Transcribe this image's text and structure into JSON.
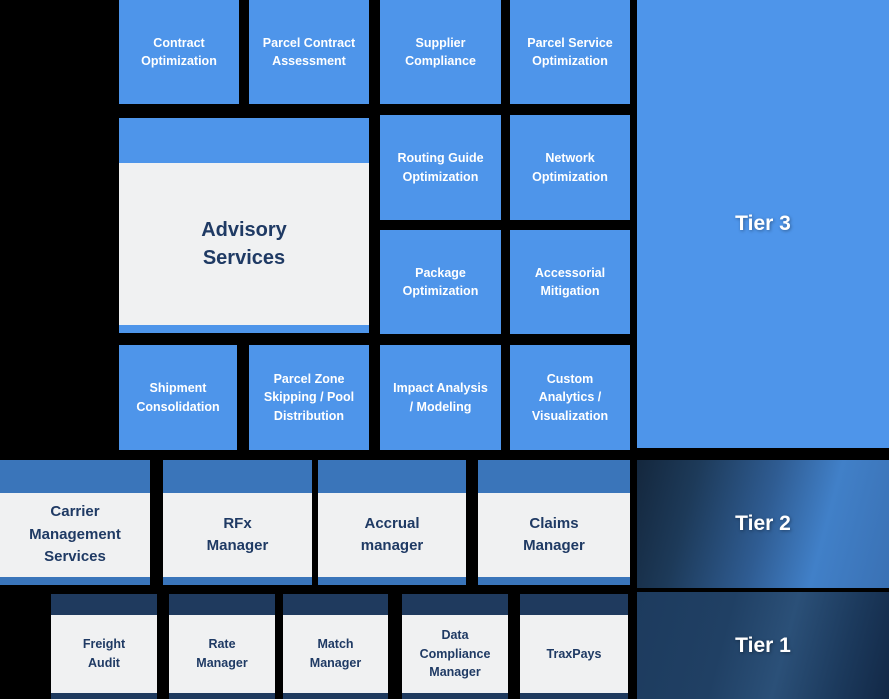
{
  "colors": {
    "background": "#000000",
    "tier3_blue": "#4e95ea",
    "tier2_blue": "#3a75ba",
    "tier1_navy": "#1f3a5e",
    "panel_gray": "#f0f1f2",
    "text_navy": "#1f3a64"
  },
  "tier3": {
    "label": "Tier 3",
    "boxes": {
      "contract_optimization": "Contract Optimization",
      "parcel_contract_assessment": "Parcel Contract Assessment",
      "supplier_compliance": "Supplier Compliance",
      "parcel_service_optimization": "Parcel Service Optimization",
      "advisory_services": "Advisory Services",
      "routing_guide_optimization": "Routing Guide Optimization",
      "network_optimization": "Network Optimization",
      "package_optimization": "Package Optimization",
      "accessorial_mitigation": "Accessorial Mitigation",
      "shipment_consolidation": "Shipment Consolidation",
      "parcel_zone_skipping_pool_distribution": "Parcel Zone Skipping / Pool Distribution",
      "impact_analysis_modeling": "Impact Analysis / Modeling",
      "custom_analytics_visualization": "Custom Analytics / Visualization"
    }
  },
  "tier2": {
    "label": "Tier 2",
    "boxes": {
      "carrier_management_services": "Carrier Management Services",
      "rfx_manager": "RFx Manager",
      "accrual_manager": "Accrual manager",
      "claims_manager": "Claims Manager"
    }
  },
  "tier1": {
    "label": "Tier 1",
    "boxes": {
      "freight_audit": "Freight Audit",
      "rate_manager": "Rate Manager",
      "match_manager": "Match Manager",
      "data_compliance_manager": "Data Compliance Manager",
      "traxpays": "TraxPays"
    }
  }
}
